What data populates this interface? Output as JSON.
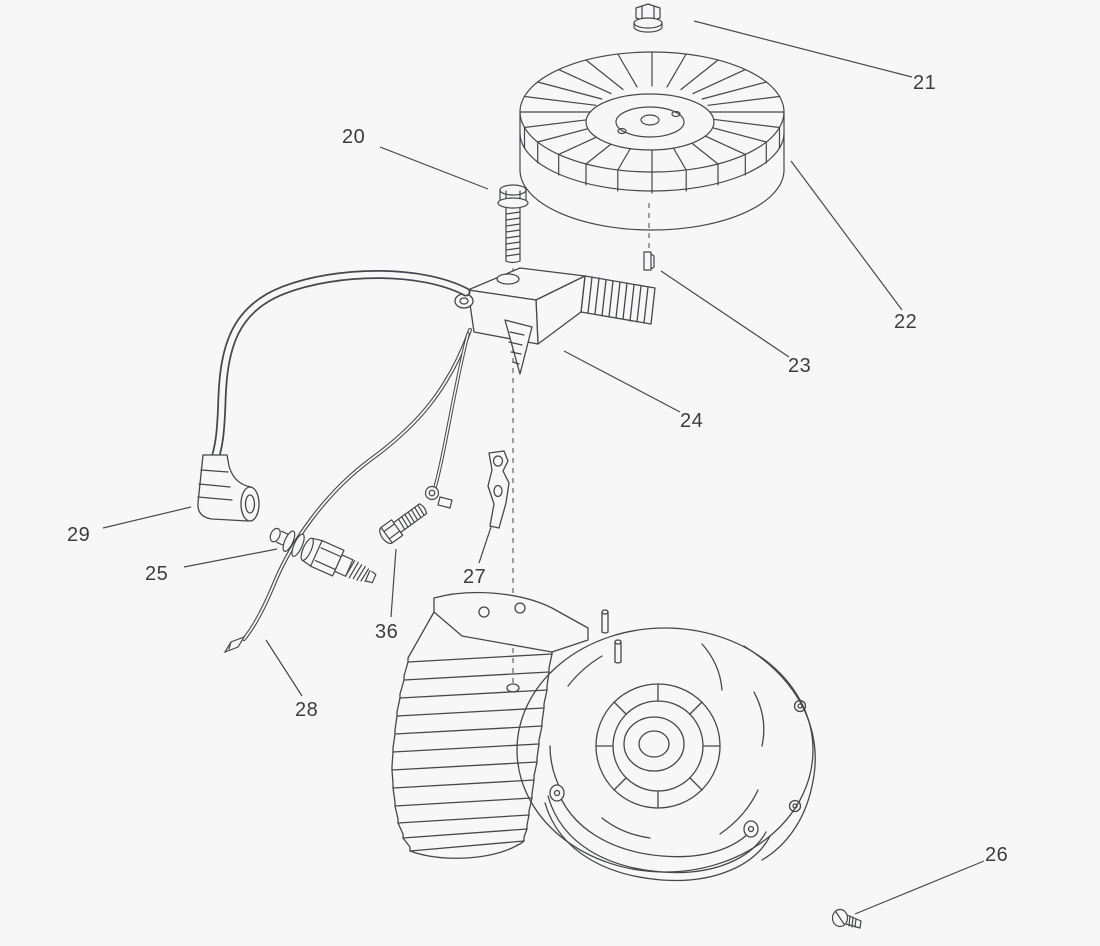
{
  "colors": {
    "background": "#f7f7f7",
    "line_art": "#45474b",
    "label_text": "#3d3d3d"
  },
  "diagram": {
    "type": "exploded-parts-diagram",
    "callouts": [
      {
        "label": "20"
      },
      {
        "label": "21"
      },
      {
        "label": "22"
      },
      {
        "label": "23"
      },
      {
        "label": "24"
      },
      {
        "label": "25"
      },
      {
        "label": "26"
      },
      {
        "label": "27"
      },
      {
        "label": "28"
      },
      {
        "label": "29"
      },
      {
        "label": "36"
      }
    ]
  }
}
